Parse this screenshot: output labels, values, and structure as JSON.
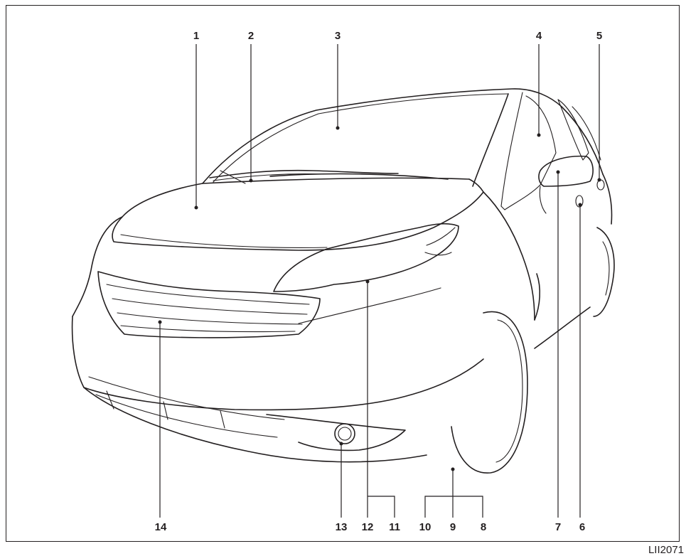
{
  "callouts": [
    {
      "label": "1"
    },
    {
      "label": "2"
    },
    {
      "label": "3"
    },
    {
      "label": "4"
    },
    {
      "label": "5"
    },
    {
      "label": "6"
    },
    {
      "label": "7"
    },
    {
      "label": "8"
    },
    {
      "label": "9"
    },
    {
      "label": "10"
    },
    {
      "label": "11"
    },
    {
      "label": "12"
    },
    {
      "label": "13"
    },
    {
      "label": "14"
    }
  ],
  "reference_code": "LII2071",
  "colors": {
    "ink": "#231f20",
    "background": "#ffffff"
  }
}
